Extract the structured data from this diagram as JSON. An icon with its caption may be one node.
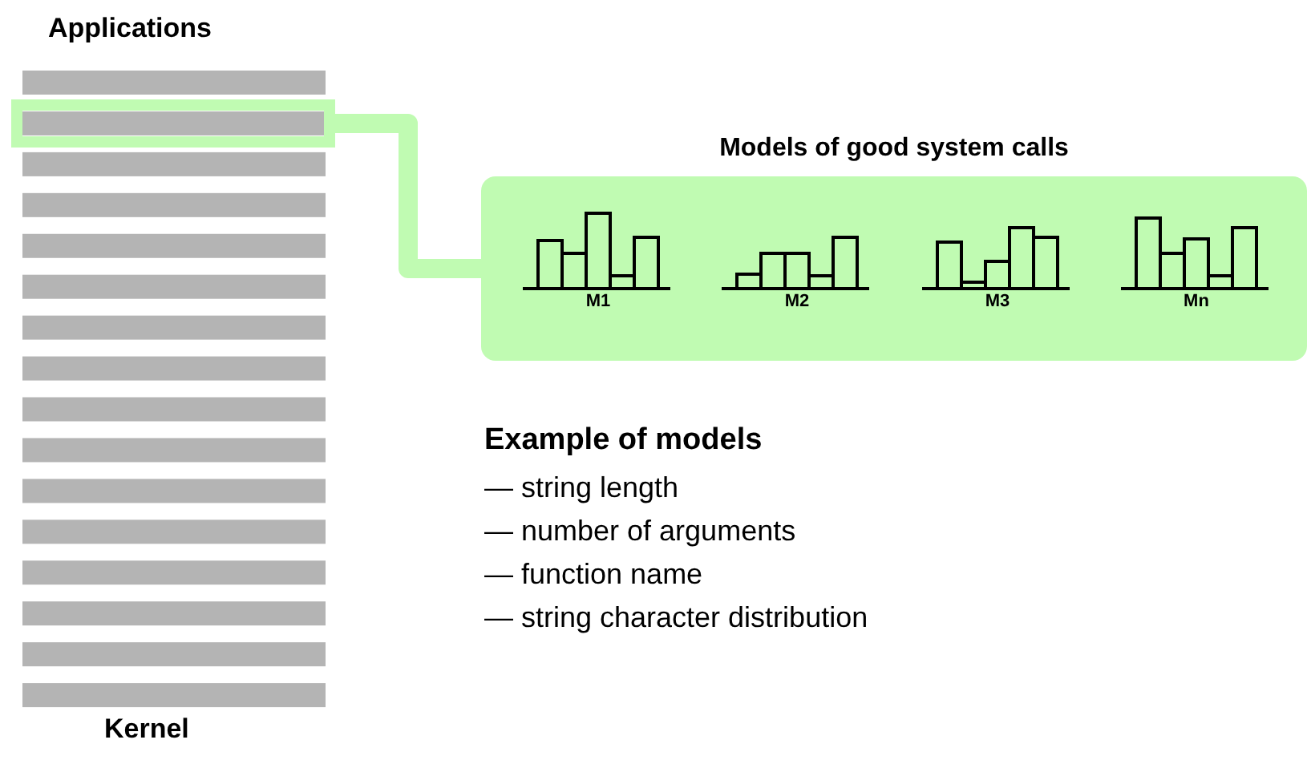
{
  "diagram": {
    "nodes": [
      {
        "text": [],
        "shape": "box"
      },
      {
        "text": [
          "Models of good system calls"
        ]
      },
      {
        "text": [
          "M1"
        ],
        "in": 1
      },
      {
        "text": [
          "M2"
        ],
        "in": 1
      },
      {
        "text": [
          "M3"
        ],
        "in": 1
      },
      {
        "text": [
          "Mn"
        ],
        "in": 1
      }
    ],
    "edges": [
      {
        "from": 0,
        "to": 1,
        "arrow": "none"
      }
    ],
    "labels": [
      "Applications",
      "Example of models",
      "— string length",
      "— number of arguments",
      "— function name",
      "— string character distribution",
      "Kernel"
    ]
  }
}
